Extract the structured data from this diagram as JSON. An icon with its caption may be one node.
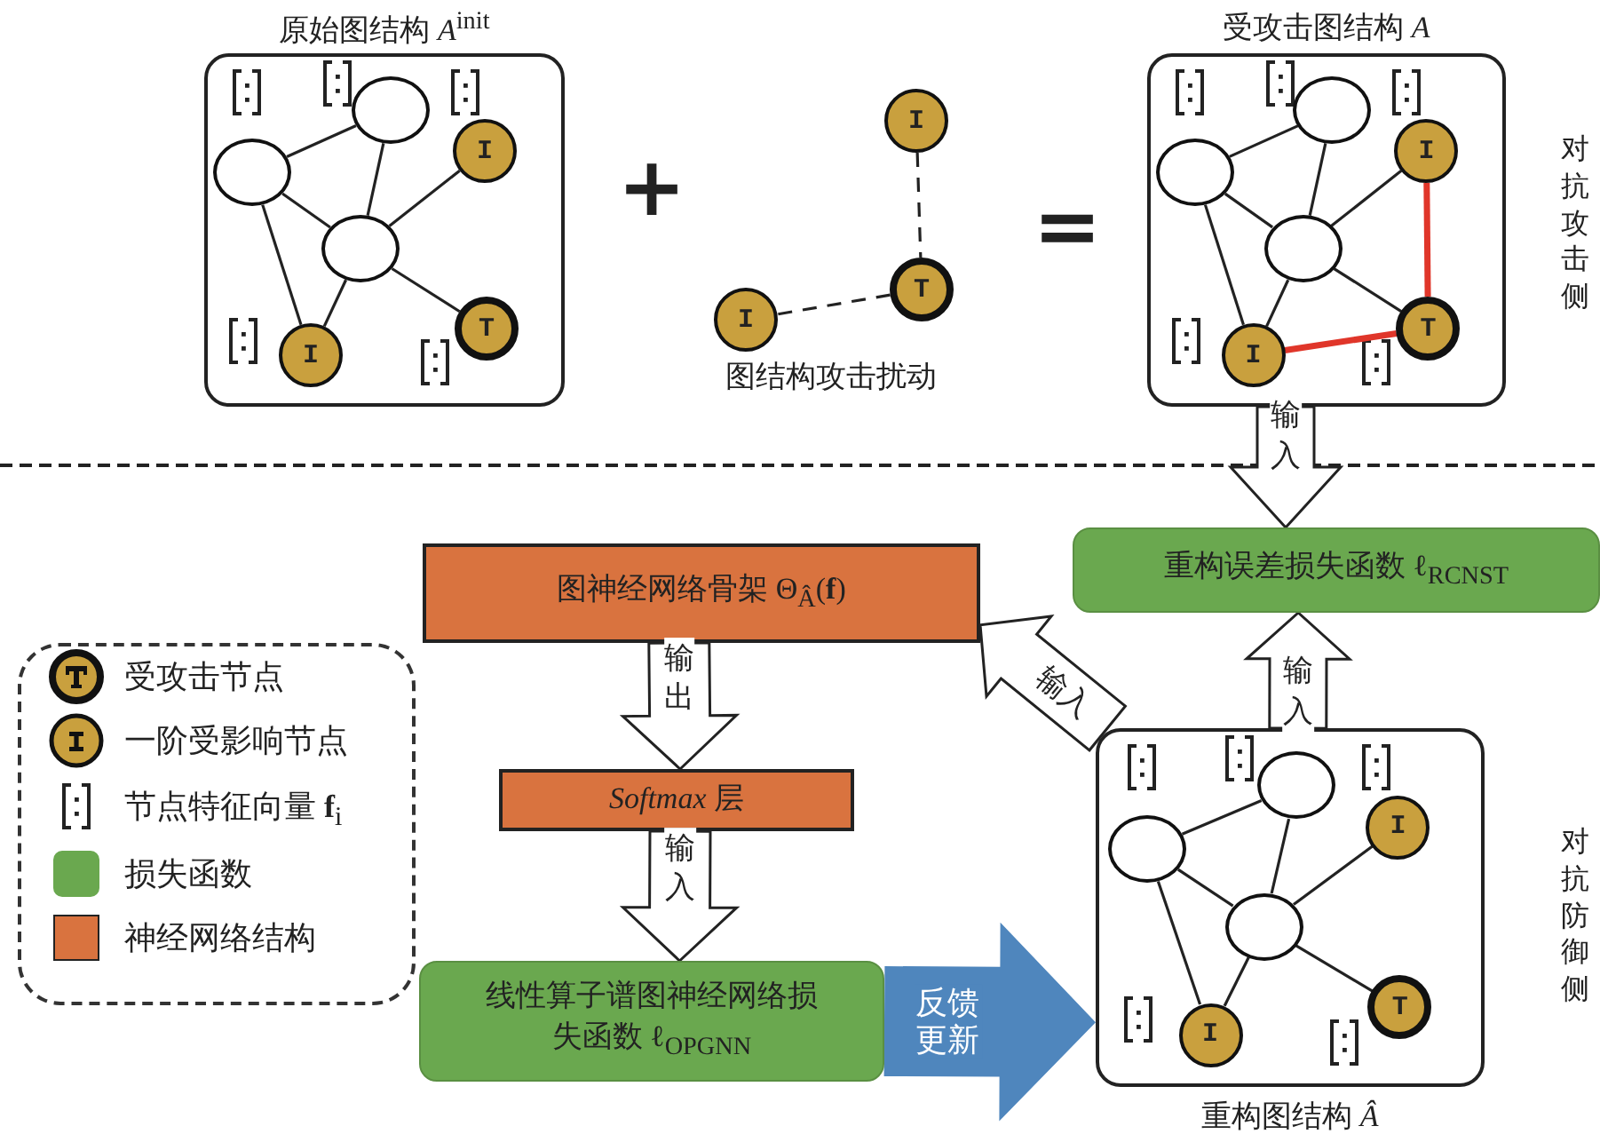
{
  "diagram": {
    "nodes": [
      {
        "text": [
          "原始图结构 *A*$^{init}$"
        ]
      },
      {
        "text": [],
        "shape": "circle",
        "in": 0
      },
      {
        "text": [],
        "shape": "circle",
        "in": 0
      },
      {
        "text": [
          "I"
        ],
        "in": 0
      },
      {
        "text": [],
        "shape": "circle",
        "in": 0
      },
      {
        "text": [
          "I"
        ],
        "in": 0
      },
      {
        "text": [
          "T"
        ],
        "in": 0
      },
      {
        "text": [
          "I"
        ]
      },
      {
        "text": [
          "T"
        ]
      },
      {
        "text": [
          "I"
        ]
      },
      {
        "text": [
          "受攻击图结构 *A*"
        ]
      },
      {
        "text": [],
        "shape": "circle",
        "in": 10
      },
      {
        "text": [],
        "shape": "circle",
        "in": 10
      },
      {
        "text": [
          "I"
        ],
        "in": 10
      },
      {
        "text": [],
        "shape": "circle",
        "in": 10
      },
      {
        "text": [
          "I"
        ],
        "in": 10
      },
      {
        "text": [
          "T"
        ],
        "in": 10
      },
      {
        "text": [
          "重构误差损失函数 ℓ$_{RCNST}$"
        ]
      },
      {
        "text": [
          "图神经网络骨架 Θ$_{Â}$(**f**)"
        ]
      },
      {
        "text": [
          "*Softmax* 层"
        ]
      },
      {
        "text": [
          "线性算子谱图神经网络损失函数 ℓ$_{OPGNN}$"
        ]
      },
      {
        "text": [
          "重构图结构 *Â*"
        ]
      },
      {
        "text": [],
        "shape": "circle",
        "in": 21
      },
      {
        "text": [],
        "shape": "circle",
        "in": 21
      },
      {
        "text": [
          "I"
        ],
        "in": 21
      },
      {
        "text": [],
        "shape": "circle",
        "in": 21
      },
      {
        "text": [
          "I"
        ],
        "in": 21
      },
      {
        "text": [
          "T"
        ],
        "in": 21
      }
    ],
    "edges": [
      {
        "from": 1,
        "to": 2,
        "arrow": "none"
      },
      {
        "from": 1,
        "to": 4,
        "arrow": "none"
      },
      {
        "from": 1,
        "to": 5,
        "arrow": "none"
      },
      {
        "from": 2,
        "to": 4,
        "arrow": "none"
      },
      {
        "from": 4,
        "to": 3,
        "arrow": "none"
      },
      {
        "from": 4,
        "to": 5,
        "arrow": "none"
      },
      {
        "from": 4,
        "to": 6,
        "arrow": "none"
      },
      {
        "from": 7,
        "to": 8,
        "arrow": "none",
        "style": "dashed"
      },
      {
        "from": 8,
        "to": 9,
        "arrow": "none",
        "style": "dashed"
      },
      {
        "from": 11,
        "to": 12,
        "arrow": "none"
      },
      {
        "from": 11,
        "to": 14,
        "arrow": "none"
      },
      {
        "from": 11,
        "to": 15,
        "arrow": "none"
      },
      {
        "from": 12,
        "to": 14,
        "arrow": "none"
      },
      {
        "from": 14,
        "to": 13,
        "arrow": "none"
      },
      {
        "from": 14,
        "to": 15,
        "arrow": "none"
      },
      {
        "from": 14,
        "to": 16,
        "arrow": "none"
      },
      {
        "from": 13,
        "to": 16,
        "arrow": "none",
        "style": "thick",
        "color": "#e0362a"
      },
      {
        "from": 15,
        "to": 16,
        "arrow": "none",
        "style": "thick",
        "color": "#e0362a"
      },
      {
        "from": 10,
        "to": 17,
        "arrow": "to",
        "style": "thick",
        "label": "输入"
      },
      {
        "from": 21,
        "to": 17,
        "arrow": "to",
        "style": "thick",
        "label": "输入"
      },
      {
        "from": 21,
        "to": 18,
        "arrow": "to",
        "style": "thick",
        "label": "输入"
      },
      {
        "from": 18,
        "to": 19,
        "arrow": "to",
        "style": "thick",
        "label": "输出"
      },
      {
        "from": 19,
        "to": 20,
        "arrow": "to",
        "style": "thick",
        "label": "输入"
      },
      {
        "from": 20,
        "to": 21,
        "arrow": "to",
        "style": "thick",
        "label": "反馈更新",
        "color": "#4f86bd"
      },
      {
        "from": 22,
        "to": 23,
        "arrow": "none"
      },
      {
        "from": 22,
        "to": 25,
        "arrow": "none"
      },
      {
        "from": 22,
        "to": 26,
        "arrow": "none"
      },
      {
        "from": 23,
        "to": 25,
        "arrow": "none"
      },
      {
        "from": 25,
        "to": 24,
        "arrow": "none"
      },
      {
        "from": 25,
        "to": 26,
        "arrow": "none"
      },
      {
        "from": 25,
        "to": 27,
        "arrow": "none"
      }
    ],
    "labels": [
      "+",
      "=",
      "图结构攻击扰动",
      "对抗攻击侧",
      "对抗防御侧"
    ],
    "legend": [
      {
        "text": "受攻击节点"
      },
      {
        "text": "一阶受影响节点"
      },
      {
        "text": "节点特征向量 **f**$_{i}$"
      },
      {
        "text": "损失函数",
        "color": "#6aa84f"
      },
      {
        "text": "神经网络结构",
        "color": "#d9733f"
      }
    ]
  }
}
